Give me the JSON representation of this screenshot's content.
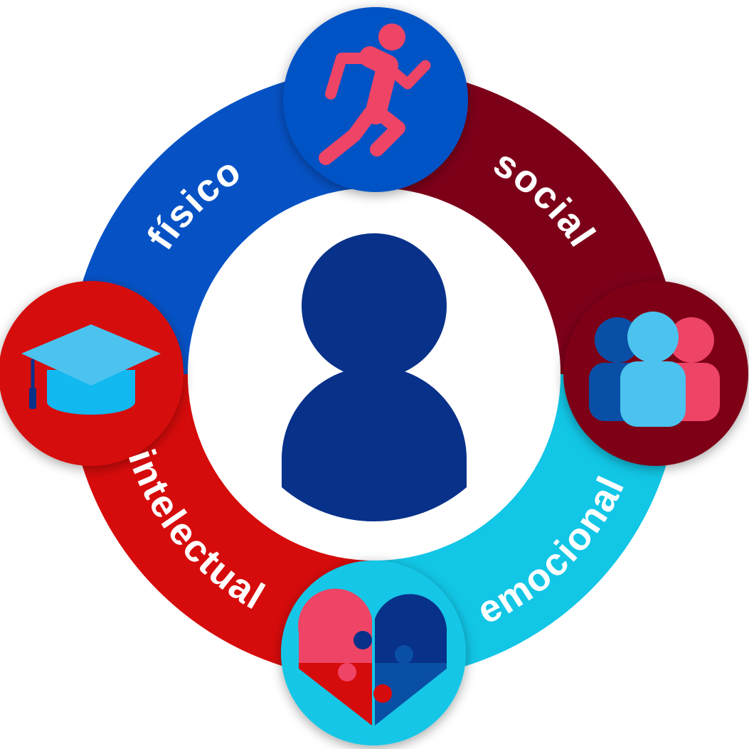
{
  "segments": {
    "fisico": {
      "label": "físico",
      "color": "#0652C5",
      "icon": "runner-icon"
    },
    "social": {
      "label": "social",
      "color": "#7D0019",
      "icon": "group-people-icon"
    },
    "emocional": {
      "label": "emocional",
      "color": "#12C6E6",
      "icon": "puzzle-heart-icon"
    },
    "intelectual": {
      "label": "intelectual",
      "color": "#D60B0B",
      "icon": "graduation-cap-icon"
    }
  },
  "center": {
    "icon": "person-icon",
    "color": "#08318A"
  },
  "accent_colors": {
    "pink": "#EE4466",
    "light_blue": "#4BC3EE",
    "navy": "#08318A"
  }
}
